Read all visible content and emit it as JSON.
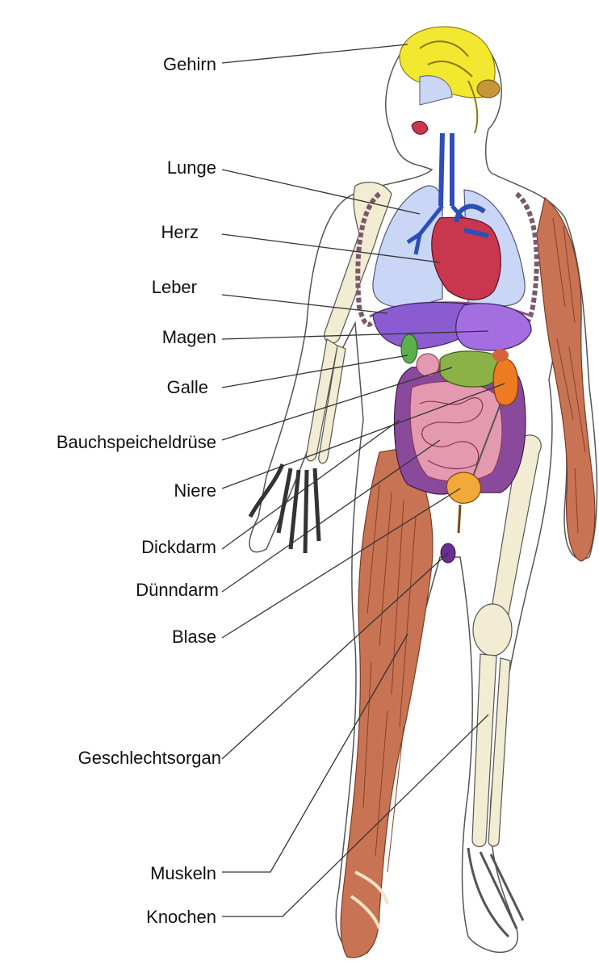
{
  "labels": {
    "gehirn": "Gehirn",
    "lunge": "Lunge",
    "herz": "Herz",
    "leber": "Leber",
    "magen": "Magen",
    "galle": "Galle",
    "bauchspeicheldruese": "Bauchspeicheldrüse",
    "niere": "Niere",
    "dickdarm": "Dickdarm",
    "duenndarm": "Dünndarm",
    "blase": "Blase",
    "geschlechtsorgan": "Geschlechtsorgan",
    "muskeln": "Muskeln",
    "knochen": "Knochen"
  },
  "colors": {
    "brain": "#f2e830",
    "lung": "#c9d6f5",
    "airway": "#2d4fb5",
    "heart": "#c8374e",
    "liver": "#8a5ccf",
    "stomach": "#a46ee0",
    "gall": "#5bb04a",
    "pancreas": "#8ab246",
    "kidney": "#ee7a22",
    "colon": "#8a4a9c",
    "small_intestine": "#e39ab0",
    "bladder": "#f3a93a",
    "genital": "#6a2e8e",
    "muscle": "#b5603c",
    "bone": "#f1ecd2",
    "outline": "#333333"
  }
}
